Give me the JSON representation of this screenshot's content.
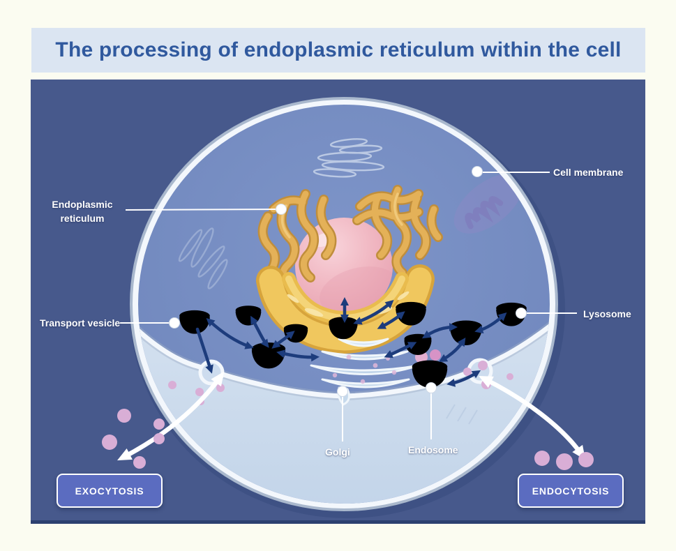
{
  "title": "The processing of endoplasmic reticulum within the cell",
  "diagram": {
    "labels": {
      "cell_membrane": "Cell membrane",
      "endoplasmic_reticulum": "Endoplasmic reticulum",
      "transport_vesicle": "Transport vesicle",
      "lysosome": "Lysosome",
      "golgi": "Golgi",
      "endosome": "Endosome"
    },
    "buttons": {
      "exocytosis": "EXOCYTOSIS",
      "endocytosis": "ENDOCYTOSIS"
    },
    "colors": {
      "page_background": "#fbfcf1",
      "title_background": "#dbe5f2",
      "title_text": "#30599e",
      "panel_background": "#47598c",
      "cytoplasm_blue": "#7289bf",
      "lower_cell_blue": "#c9d9ec",
      "membrane_white": "#f3f7fc",
      "nucleus_pink": "#efb3bd",
      "er_gold": "#e2ae55",
      "golgi_blue": "#c6d9ec",
      "vesicle_purple": "#c9a2d8",
      "arrow_navy": "#1d3c7c",
      "particle_pink": "#d9aed6",
      "button_fill": "#5b6cc0"
    }
  }
}
